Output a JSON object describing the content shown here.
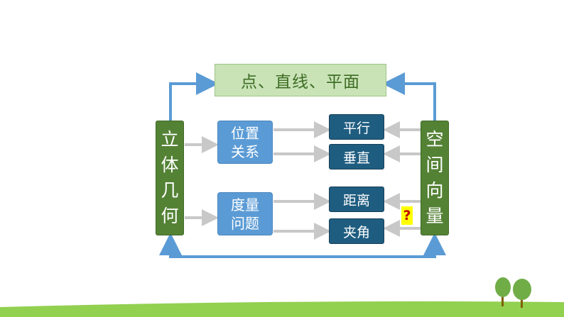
{
  "diagram": {
    "top_label": "点、直线、平面",
    "left_label": [
      "立",
      "体",
      "几",
      "何"
    ],
    "right_label": [
      "空",
      "间",
      "向",
      "量"
    ],
    "position_relation": [
      "位置",
      "关系"
    ],
    "measure_problem": [
      "度量",
      "问题"
    ],
    "parallel": "平行",
    "perpendicular": "垂直",
    "distance": "距离",
    "angle": "夹角",
    "question_mark": "?"
  },
  "colors": {
    "top_box": "#c9e3b7",
    "side_box": "#548235",
    "mid_box": "#5b9bd5",
    "small_box": "#1f5d80",
    "blue_arrow": "#5b9bd5",
    "gray_arrow": "#c8c8c8",
    "ground": "#92d050"
  }
}
